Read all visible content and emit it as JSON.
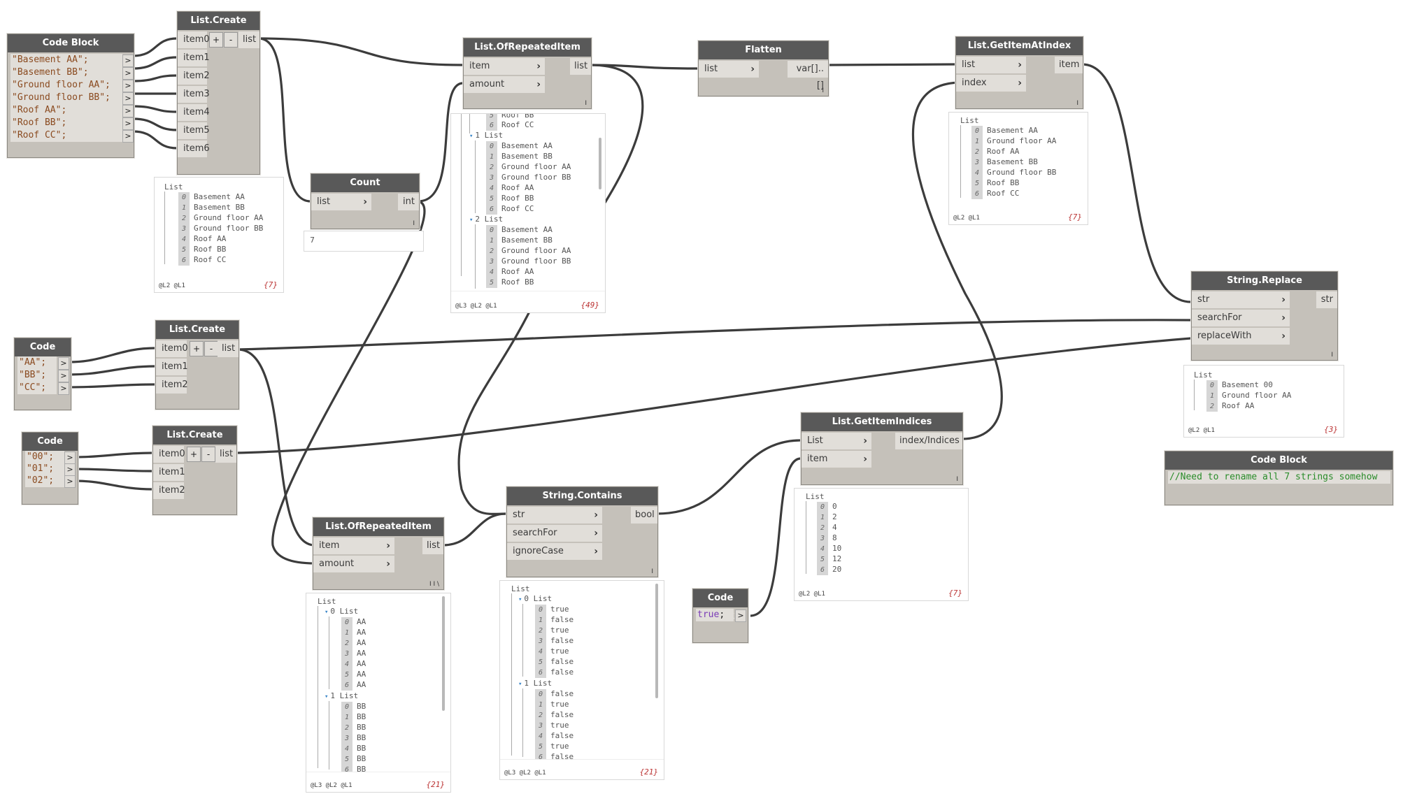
{
  "nodes": {
    "cb1": {
      "title": "Code Block",
      "lines": [
        "\"Basement AA\";",
        "\"Basement BB\";",
        "\"Ground floor AA\";",
        "\"Ground floor BB\";",
        "\"Roof AA\";",
        "\"Roof BB\";",
        "\"Roof CC\";"
      ],
      "arrow": ">"
    },
    "lc1": {
      "title": "List.Create",
      "inputs": [
        "item0",
        "item1",
        "item2",
        "item3",
        "item4",
        "item5",
        "item6"
      ],
      "output": "list",
      "plus": "+",
      "minus": "-"
    },
    "count": {
      "title": "Count",
      "input": "list",
      "output": "int",
      "value": "7"
    },
    "lori1": {
      "title": "List.OfRepeatedItem",
      "inputs": [
        "item",
        "amount"
      ],
      "output": "list"
    },
    "flatten": {
      "title": "Flatten",
      "input": "list",
      "output": "var[]..[]"
    },
    "lgai": {
      "title": "List.GetItemAtIndex",
      "inputs": [
        "list",
        "index"
      ],
      "output": "item"
    },
    "sr": {
      "title": "String.Replace",
      "inputs": [
        "str",
        "searchFor",
        "replaceWith"
      ],
      "output": "str"
    },
    "cb2": {
      "title": "Code Block",
      "lines": [
        "\"AA\";",
        "\"BB\";",
        "\"CC\";"
      ],
      "arrow": ">"
    },
    "lc2": {
      "title": "List.Create",
      "inputs": [
        "item0",
        "item1",
        "item2"
      ],
      "output": "list",
      "plus": "+",
      "minus": "-"
    },
    "cb3": {
      "title": "Code Block",
      "lines": [
        "\"00\";",
        "\"01\";",
        "\"02\";"
      ],
      "arrow": ">"
    },
    "lc3": {
      "title": "List.Create",
      "inputs": [
        "item0",
        "item1",
        "item2"
      ],
      "output": "list",
      "plus": "+",
      "minus": "-"
    },
    "lori2": {
      "title": "List.OfRepeatedItem",
      "inputs": [
        "item",
        "amount"
      ],
      "output": "list"
    },
    "sc": {
      "title": "String.Contains",
      "inputs": [
        "str",
        "searchFor",
        "ignoreCase"
      ],
      "output": "bool"
    },
    "lgii": {
      "title": "List.GetItemIndices",
      "inputs": [
        "List",
        "item"
      ],
      "output": "index/Indices"
    },
    "cb4": {
      "title": "Code Block",
      "keyword": "true",
      "rest": ";",
      "arrow": ">"
    },
    "cb5": {
      "title": "Code Block",
      "comment": "//Need to rename all 7 strings somehow"
    }
  },
  "previews": {
    "lc1": {
      "header": "List",
      "items": [
        "Basement AA",
        "Basement BB",
        "Ground floor AA",
        "Ground floor BB",
        "Roof AA",
        "Roof BB",
        "Roof CC"
      ],
      "levels": "@L2 @L1",
      "count": "{7}"
    },
    "lori1": {
      "top": [
        "Roof BB",
        "Roof CC"
      ],
      "sub1": "1 List",
      "sub1items": [
        "Basement AA",
        "Basement BB",
        "Ground floor AA",
        "Ground floor BB",
        "Roof AA",
        "Roof BB",
        "Roof CC"
      ],
      "sub2": "2 List",
      "sub2items": [
        "Basement AA",
        "Basement BB",
        "Ground floor AA",
        "Ground floor BB",
        "Roof AA",
        "Roof BB"
      ],
      "levels": "@L3 @L2 @L1",
      "count": "{49}"
    },
    "lgai": {
      "header": "List",
      "items": [
        "Basement AA",
        "Ground floor AA",
        "Roof AA",
        "Basement BB",
        "Ground floor BB",
        "Roof BB",
        "Roof CC"
      ],
      "levels": "@L2 @L1",
      "count": "{7}"
    },
    "sr": {
      "header": "List",
      "items": [
        "Basement 00",
        "Ground floor AA",
        "Roof AA"
      ],
      "levels": "@L2 @L1",
      "count": "{3}"
    },
    "lori2": {
      "header": "List",
      "sub0": "0 List",
      "sub0items": [
        "AA",
        "AA",
        "AA",
        "AA",
        "AA",
        "AA",
        "AA"
      ],
      "sub1": "1 List",
      "sub1items": [
        "BB",
        "BB",
        "BB",
        "BB",
        "BB",
        "BB",
        "BB"
      ],
      "levels": "@L3 @L2 @L1",
      "count": "{21}"
    },
    "sc": {
      "header": "List",
      "sub0": "0 List",
      "sub0items": [
        "true",
        "false",
        "true",
        "false",
        "true",
        "false",
        "false"
      ],
      "sub1": "1 List",
      "sub1items": [
        "false",
        "true",
        "false",
        "true",
        "false",
        "true",
        "false"
      ],
      "levels": "@L3 @L2 @L1",
      "count": "{21}"
    },
    "lgii": {
      "header": "List",
      "items": [
        "0",
        "2",
        "4",
        "8",
        "10",
        "12",
        "20"
      ],
      "levels": "@L2 @L1",
      "count": "{7}"
    }
  },
  "colors": {
    "node_body": "#c5c1ba",
    "node_title": "#595959",
    "port": "#e1ded9",
    "wire": "#3c3c3c",
    "string": "#8a4a1f",
    "keyword": "#7a3bb6",
    "comment": "#2a8c2a",
    "count": "#b33333"
  }
}
